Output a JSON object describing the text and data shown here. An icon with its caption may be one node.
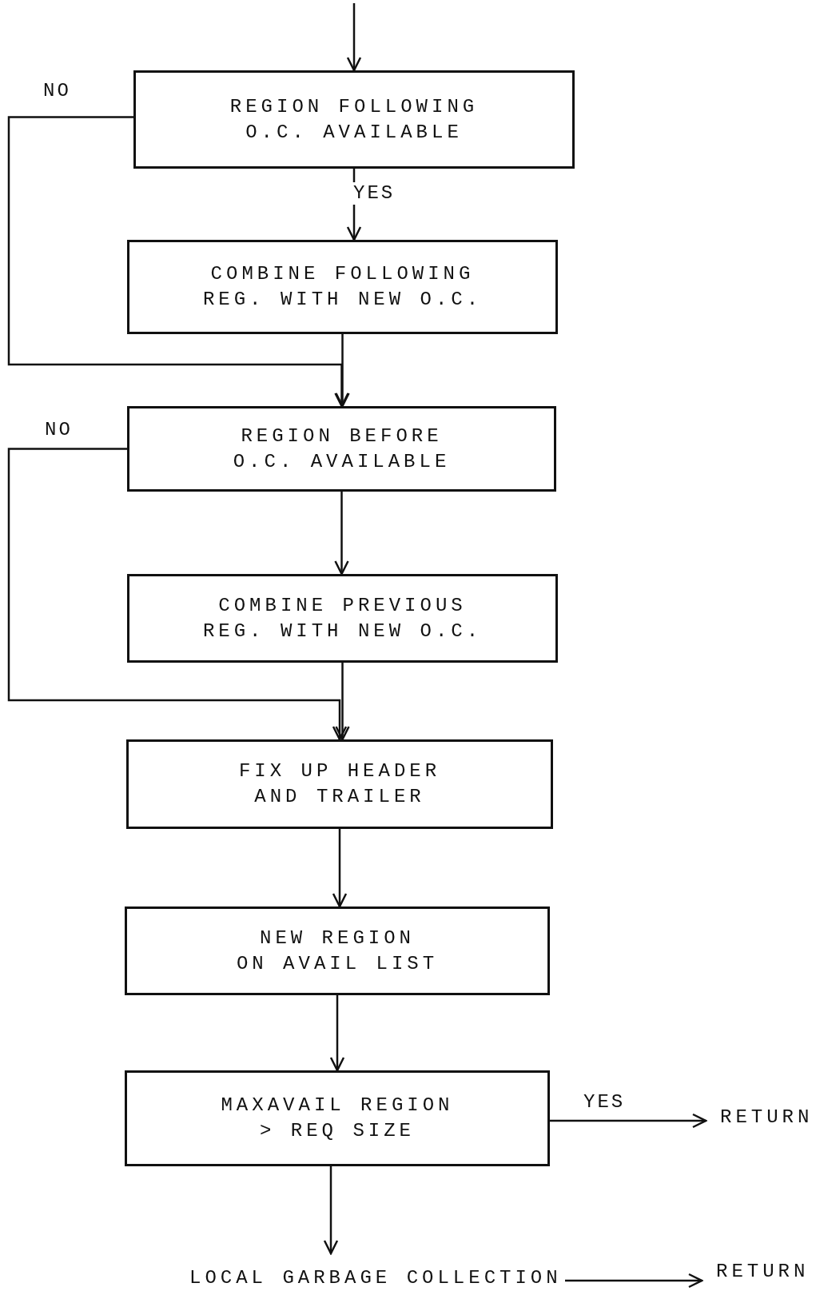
{
  "diagram": {
    "nodes": [
      {
        "text": [
          "REGION FOLLOWING O.C. AVAILABLE"
        ]
      },
      {
        "text": [
          "COMBINE FOLLOWING REG. WITH NEW O.C."
        ]
      },
      {
        "text": [
          "REGION BEFORE O.C. AVAILABLE"
        ]
      },
      {
        "text": [
          "COMBINE PREVIOUS REG. WITH NEW O.C."
        ]
      },
      {
        "text": [
          "FIX UP HEADER AND TRAILER"
        ]
      },
      {
        "text": [
          "NEW REGION ON AVAIL LIST"
        ]
      },
      {
        "text": [
          "MAXAVAIL REGION > REQ SIZE"
        ]
      },
      {
        "text": [
          "RETURN"
        ]
      },
      {
        "text": [
          "LOCAL GARBAGE COLLECTION"
        ]
      },
      {
        "text": [
          "RETURN"
        ]
      }
    ],
    "edges": [
      {
        "from": null,
        "to": 0,
        "arrow": "to"
      },
      {
        "from": 0,
        "to": 1,
        "arrow": "to",
        "label": "YES"
      },
      {
        "from": 0,
        "to": 2,
        "arrow": "to",
        "label": "NO"
      },
      {
        "from": 1,
        "to": 2,
        "arrow": "to"
      },
      {
        "from": 2,
        "to": 3,
        "arrow": "to"
      },
      {
        "from": 2,
        "to": 4,
        "arrow": "to",
        "label": "NO"
      },
      {
        "from": 3,
        "to": 4,
        "arrow": "to"
      },
      {
        "from": 4,
        "to": 5,
        "arrow": "to"
      },
      {
        "from": 5,
        "to": 6,
        "arrow": "to"
      },
      {
        "from": 6,
        "to": 7,
        "arrow": "to",
        "label": "YES"
      },
      {
        "from": 6,
        "to": 8,
        "arrow": "to"
      },
      {
        "from": 8,
        "to": 9,
        "arrow": "to"
      }
    ]
  }
}
